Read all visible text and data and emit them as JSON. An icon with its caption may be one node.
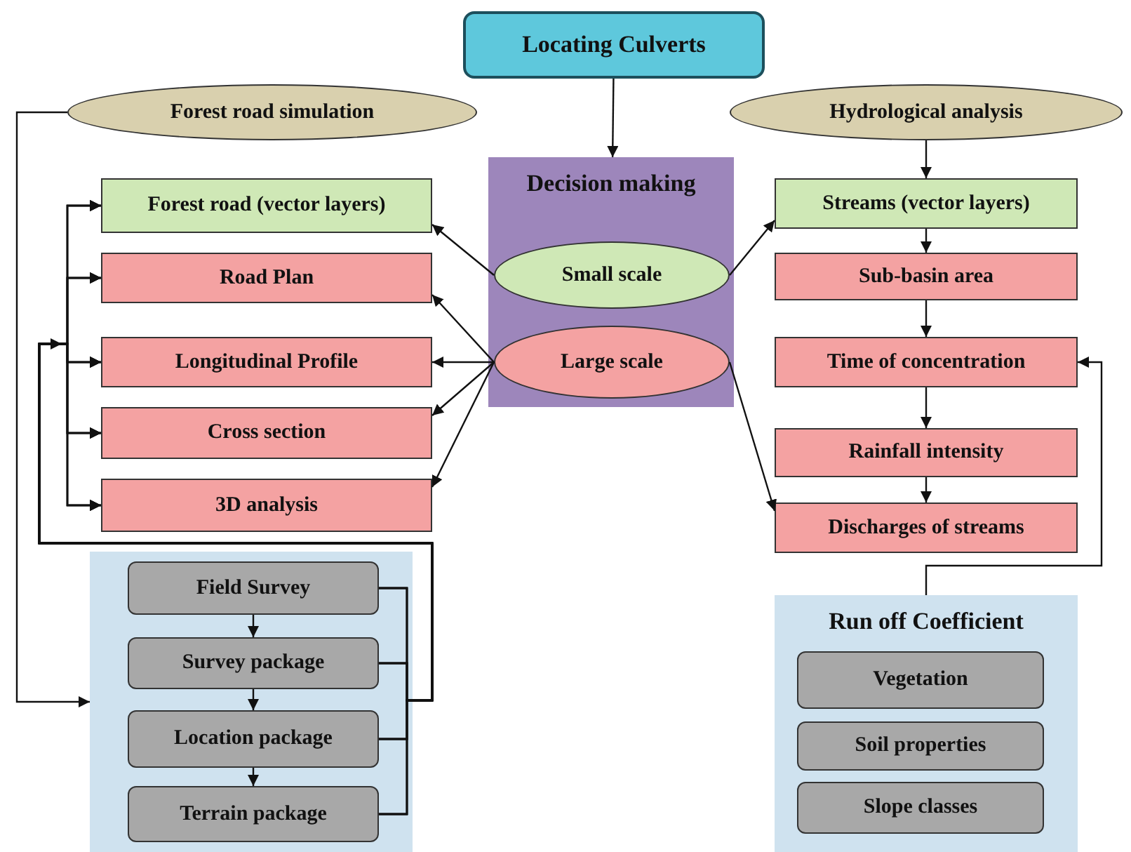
{
  "diagram": {
    "nodes": [
      {
        "text": [
          "Locating Culverts"
        ]
      },
      {
        "text": [
          "Forest road simulation"
        ]
      },
      {
        "text": [
          "Hydrological analysis"
        ]
      },
      {
        "text": [
          "Decision making"
        ]
      },
      {
        "text": [
          "Small scale"
        ],
        "in": 3
      },
      {
        "text": [
          "Large scale"
        ],
        "in": 3
      },
      {
        "text": [
          "Forest road (vector layers)"
        ]
      },
      {
        "text": [
          "Road Plan"
        ]
      },
      {
        "text": [
          "Longitudinal Profile"
        ]
      },
      {
        "text": [
          "Cross section"
        ]
      },
      {
        "text": [
          "3D analysis"
        ]
      },
      {
        "text": [],
        "shape": "box"
      },
      {
        "text": [
          "Field Survey"
        ],
        "in": 11
      },
      {
        "text": [
          "Survey package"
        ],
        "in": 11
      },
      {
        "text": [
          "Location package"
        ],
        "in": 11
      },
      {
        "text": [
          "Terrain package"
        ],
        "in": 11
      },
      {
        "text": [
          "Streams (vector layers)"
        ]
      },
      {
        "text": [
          "Sub-basin area"
        ]
      },
      {
        "text": [
          "Time of concentration"
        ]
      },
      {
        "text": [
          "Rainfall intensity"
        ]
      },
      {
        "text": [
          "Discharges of streams"
        ]
      },
      {
        "text": [
          "Run off Coefficient"
        ]
      },
      {
        "text": [
          "Vegetation"
        ],
        "in": 21
      },
      {
        "text": [
          "Soil properties"
        ],
        "in": 21
      },
      {
        "text": [
          "Slope classes"
        ],
        "in": 21
      }
    ],
    "edges": [
      {
        "from": 0,
        "to": 3,
        "arrow": "to"
      },
      {
        "from": 1,
        "to": 11,
        "arrow": "to"
      },
      {
        "from": 2,
        "to": 16,
        "arrow": "to"
      },
      {
        "from": 4,
        "to": 6,
        "arrow": "to"
      },
      {
        "from": 4,
        "to": 16,
        "arrow": "to"
      },
      {
        "from": 5,
        "to": 7,
        "arrow": "to"
      },
      {
        "from": 5,
        "to": 8,
        "arrow": "to"
      },
      {
        "from": 5,
        "to": 9,
        "arrow": "to"
      },
      {
        "from": 5,
        "to": 10,
        "arrow": "to"
      },
      {
        "from": 5,
        "to": 20,
        "arrow": "to"
      },
      {
        "from": 16,
        "to": 17,
        "arrow": "to"
      },
      {
        "from": 17,
        "to": 18,
        "arrow": "to"
      },
      {
        "from": 18,
        "to": 19,
        "arrow": "to"
      },
      {
        "from": 19,
        "to": 20,
        "arrow": "to"
      },
      {
        "from": 21,
        "to": 18,
        "arrow": "to"
      },
      {
        "from": 12,
        "to": 13,
        "arrow": "to"
      },
      {
        "from": 13,
        "to": 14,
        "arrow": "to"
      },
      {
        "from": 14,
        "to": 15,
        "arrow": "to"
      },
      {
        "from": 12,
        "to": 6,
        "arrow": "to"
      },
      {
        "from": 12,
        "to": 7,
        "arrow": "to"
      },
      {
        "from": 12,
        "to": 8,
        "arrow": "to"
      },
      {
        "from": 12,
        "to": 9,
        "arrow": "to"
      },
      {
        "from": 12,
        "to": 10,
        "arrow": "to"
      },
      {
        "from": 13,
        "to": 6,
        "arrow": "to"
      },
      {
        "from": 13,
        "to": 7,
        "arrow": "to"
      },
      {
        "from": 13,
        "to": 8,
        "arrow": "to"
      },
      {
        "from": 13,
        "to": 9,
        "arrow": "to"
      },
      {
        "from": 13,
        "to": 10,
        "arrow": "to"
      },
      {
        "from": 14,
        "to": 6,
        "arrow": "to"
      },
      {
        "from": 14,
        "to": 7,
        "arrow": "to"
      },
      {
        "from": 14,
        "to": 8,
        "arrow": "to"
      },
      {
        "from": 14,
        "to": 9,
        "arrow": "to"
      },
      {
        "from": 14,
        "to": 10,
        "arrow": "to"
      },
      {
        "from": 15,
        "to": 6,
        "arrow": "to"
      },
      {
        "from": 15,
        "to": 7,
        "arrow": "to"
      },
      {
        "from": 15,
        "to": 8,
        "arrow": "to"
      },
      {
        "from": 15,
        "to": 9,
        "arrow": "to"
      },
      {
        "from": 15,
        "to": 10,
        "arrow": "to"
      }
    ]
  }
}
